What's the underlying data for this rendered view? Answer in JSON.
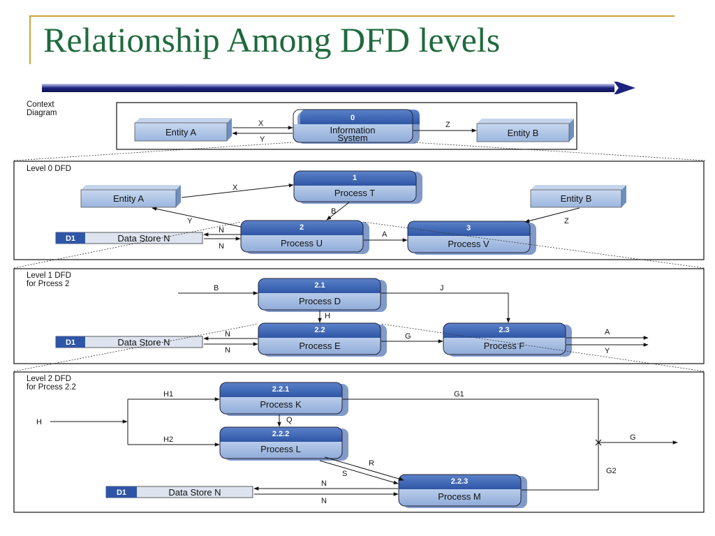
{
  "slide": {
    "title": "Relationship Among DFD levels"
  },
  "panels": {
    "context": {
      "label_line1": "Context",
      "label_line2": "Diagram"
    },
    "level0": {
      "label": "Level 0 DFD"
    },
    "level1": {
      "label_line1": "Level 1 DFD",
      "label_line2": "for Prcess 2"
    },
    "level2": {
      "label_line1": "Level 2 DFD",
      "label_line2": "for Prcess 2.2"
    }
  },
  "context": {
    "entity_a": "Entity A",
    "entity_b": "Entity B",
    "process": {
      "id": "0",
      "line1": "Information",
      "line2": "System"
    },
    "flows": {
      "x": "X",
      "y": "Y",
      "z": "Z"
    }
  },
  "level0": {
    "entity_a": "Entity A",
    "entity_b": "Entity B",
    "store": {
      "id": "D1",
      "name": "Data Store N"
    },
    "process1": {
      "id": "1",
      "name": "Process T"
    },
    "process2": {
      "id": "2",
      "name": "Process U"
    },
    "process3": {
      "id": "3",
      "name": "Process V"
    },
    "flows": {
      "x": "X",
      "y": "Y",
      "b": "B",
      "a": "A",
      "z": "Z",
      "n_out": "N",
      "n_in": "N"
    }
  },
  "level1": {
    "store": {
      "id": "D1",
      "name": "Data Store N"
    },
    "process1": {
      "id": "2.1",
      "name": "Process D"
    },
    "process2": {
      "id": "2.2",
      "name": "Process E"
    },
    "process3": {
      "id": "2.3",
      "name": "Process F"
    },
    "flows": {
      "b": "B",
      "j": "J",
      "h": "H",
      "n_out": "N",
      "n_in": "N",
      "g": "G",
      "a": "A",
      "y": "Y"
    }
  },
  "level2": {
    "store": {
      "id": "D1",
      "name": "Data Store N"
    },
    "process1": {
      "id": "2.2.1",
      "name": "Process K"
    },
    "process2": {
      "id": "2.2.2",
      "name": "Process L"
    },
    "process3": {
      "id": "2.2.3",
      "name": "Process M"
    },
    "flows": {
      "h": "H",
      "h1": "H1",
      "h2": "H2",
      "q": "Q",
      "g1": "G1",
      "g2": "G2",
      "g": "G",
      "r": "R",
      "s": "S",
      "n_out": "N",
      "n_in": "N"
    }
  },
  "colors": {
    "title": "#1f6a3d",
    "accent": "#c8a23a",
    "entity_fill": "#a8c0e2",
    "process_header": "#3e66b4",
    "process_body": "#a8c0e2",
    "bar": "#1a237e"
  }
}
